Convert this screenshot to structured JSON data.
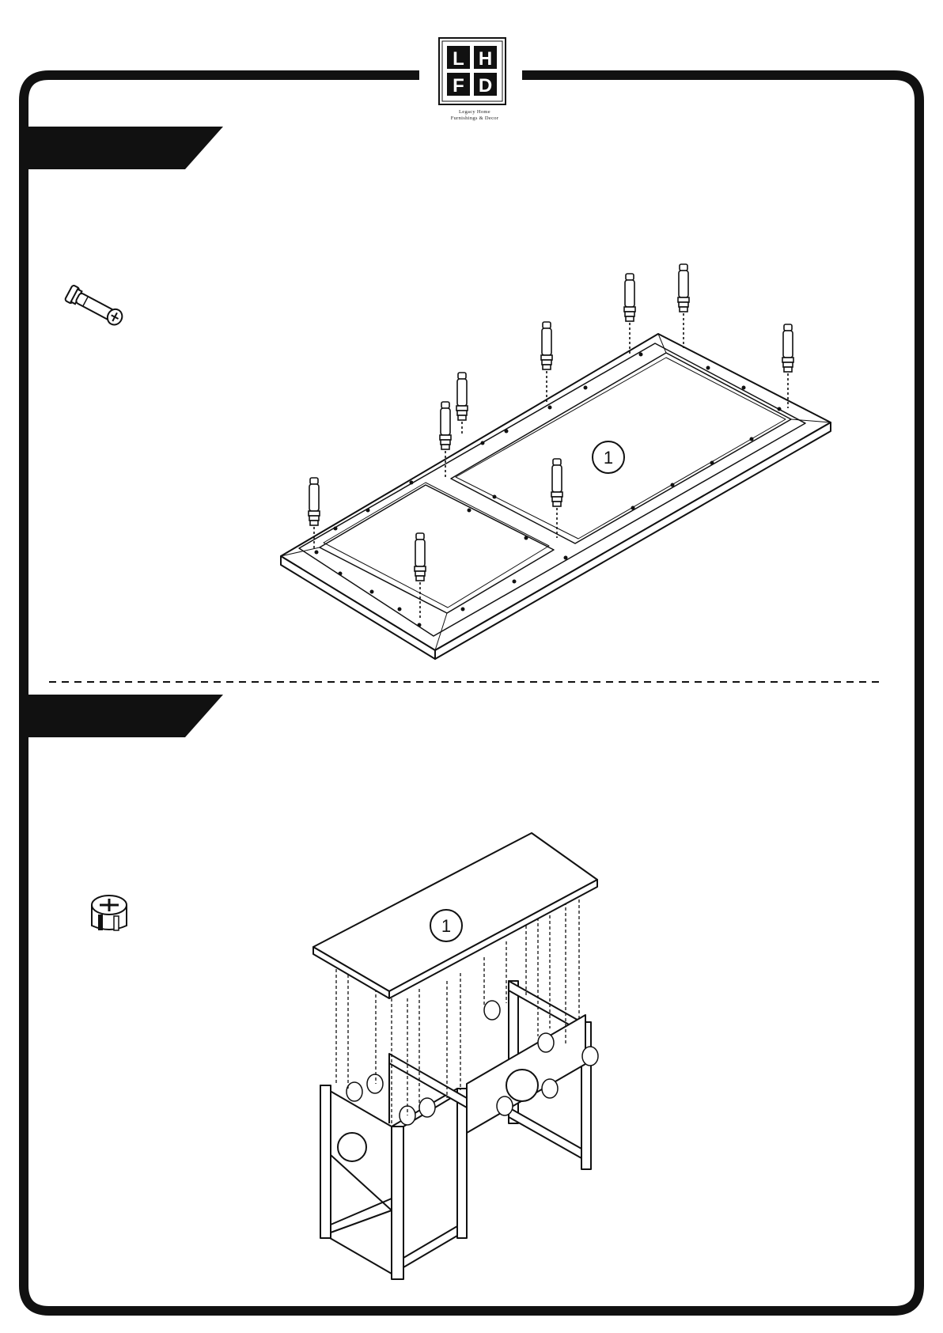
{
  "header": {
    "logo_letters": [
      "L",
      "H",
      "F",
      "D"
    ],
    "brand_line_1": "Legacy Home",
    "brand_line_2": "Furnishings & Decor"
  },
  "steps": [
    {
      "part_number": "1"
    },
    {
      "part_number": "1"
    }
  ],
  "colors": {
    "ink": "#111111",
    "banner": "#111111",
    "background": "#ffffff"
  },
  "icons": [
    "cam-bolt-icon",
    "cam-lock-icon"
  ]
}
